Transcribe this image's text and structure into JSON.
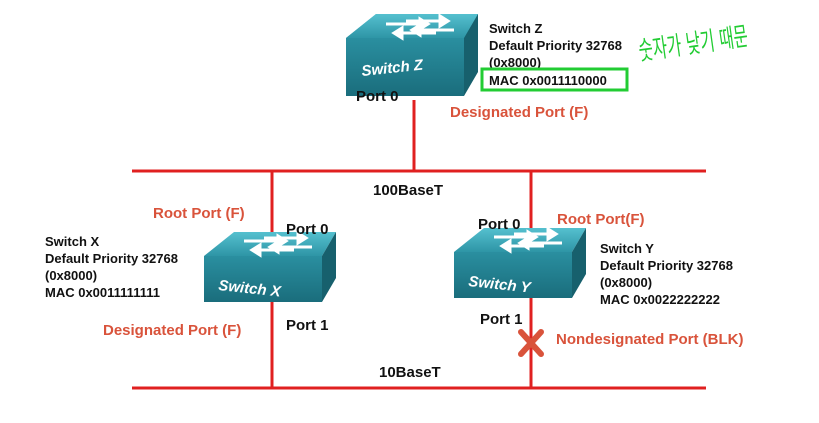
{
  "segments": {
    "top": "100BaseT",
    "bottom": "10BaseT"
  },
  "switches": {
    "z": {
      "label": "Switch Z",
      "info_name": "Switch Z",
      "priority": "Default Priority 32768",
      "priority_hex": "(0x8000)",
      "mac": "MAC 0x0011110000",
      "ports": {
        "p0": "Port 0"
      },
      "roles": {
        "p0": "Designated Port (F)"
      }
    },
    "x": {
      "label": "Switch X",
      "info_name": "Switch X",
      "priority": "Default Priority 32768",
      "priority_hex": "(0x8000)",
      "mac": "MAC 0x0011111111",
      "ports": {
        "p0": "Port 0",
        "p1": "Port 1"
      },
      "roles": {
        "p0": "Root Port (F)",
        "p1": "Designated Port (F)"
      }
    },
    "y": {
      "label": "Switch Y",
      "info_name": "Switch Y",
      "priority": "Default Priority 32768",
      "priority_hex": "(0x8000)",
      "mac": "MAC 0x0022222222",
      "ports": {
        "p0": "Port 0",
        "p1": "Port 1"
      },
      "roles": {
        "p0": "Root Port(F)",
        "p1": "Nondesignated Port (BLK)"
      }
    }
  },
  "annotation": {
    "handwritten_text": "숫자가 낮기 때문",
    "highlight_color": "#22cc33"
  },
  "colors": {
    "link": "#e02020",
    "role_text": "#d9533b",
    "switch_top": "#3aa8b8",
    "block_mark": "#d9533b"
  }
}
